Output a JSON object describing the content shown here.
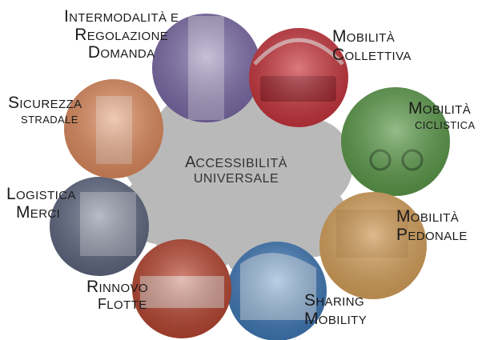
{
  "diagram": {
    "center": {
      "line1_cap": "A",
      "line1_rest": "ccessibilità",
      "line2": "universale"
    },
    "nodes": [
      {
        "id": "intermodalita",
        "color": "#7b6aa8",
        "lines": [
          {
            "cap": "I",
            "rest": "ntermodalità",
            "suffix": " e"
          },
          {
            "cap": "R",
            "rest": "egolazione"
          },
          {
            "cap": "D",
            "rest": "omanda"
          }
        ]
      },
      {
        "id": "mobilita-collettiva",
        "color": "#c9323a",
        "lines": [
          {
            "cap": "M",
            "rest": "obilità"
          },
          {
            "cap": "C",
            "rest": "ollettiva"
          }
        ]
      },
      {
        "id": "mobilita-ciclistica",
        "color": "#5a9a48",
        "lines": [
          {
            "cap": "M",
            "rest": "obilità"
          },
          {
            "cap": "",
            "rest": "ciclistica"
          }
        ]
      },
      {
        "id": "mobilita-pedonale",
        "color": "#d9a25a",
        "lines": [
          {
            "cap": "M",
            "rest": "obilità"
          },
          {
            "cap": "P",
            "rest": "edonale"
          }
        ]
      },
      {
        "id": "sharing-mobility",
        "color": "#3d78b8",
        "lines": [
          {
            "cap": "S",
            "rest": "haring"
          },
          {
            "cap": "M",
            "rest": "obility"
          }
        ]
      },
      {
        "id": "rinnovo-flotte",
        "color": "#b8432e",
        "lines": [
          {
            "cap": "R",
            "rest": "innovo"
          },
          {
            "cap": "F",
            "rest": "lotte"
          }
        ]
      },
      {
        "id": "logistica-merci",
        "color": "#5d6680",
        "lines": [
          {
            "cap": "L",
            "rest": "ogistica"
          },
          {
            "cap": "M",
            "rest": "erci"
          }
        ]
      },
      {
        "id": "sicurezza-stradale",
        "color": "#e08a5c",
        "lines": [
          {
            "cap": "S",
            "rest": "icurezza"
          },
          {
            "cap": "",
            "rest": "stradale"
          }
        ]
      }
    ]
  }
}
